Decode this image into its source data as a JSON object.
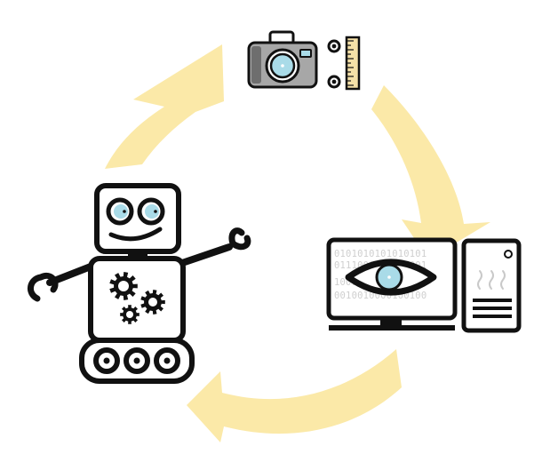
{
  "colors": {
    "cycle_arrow": "#fbe9a8",
    "outline": "#111111",
    "lens": "#a9dbe8",
    "camera_body": "#a7a7a7",
    "camera_dark": "#6e6e6e",
    "ruler": "#f5e1a8",
    "background": "#ffffff"
  },
  "icons": {
    "camera": "camera-icon",
    "ruler": "ruler-icon",
    "computer": "computer-monitor-icon",
    "robot": "robot-icon"
  },
  "monitor": {
    "binary_lines": [
      "0101010101010101",
      "0111000010101001",
      "1001100111000110",
      "0010010000100100"
    ]
  }
}
